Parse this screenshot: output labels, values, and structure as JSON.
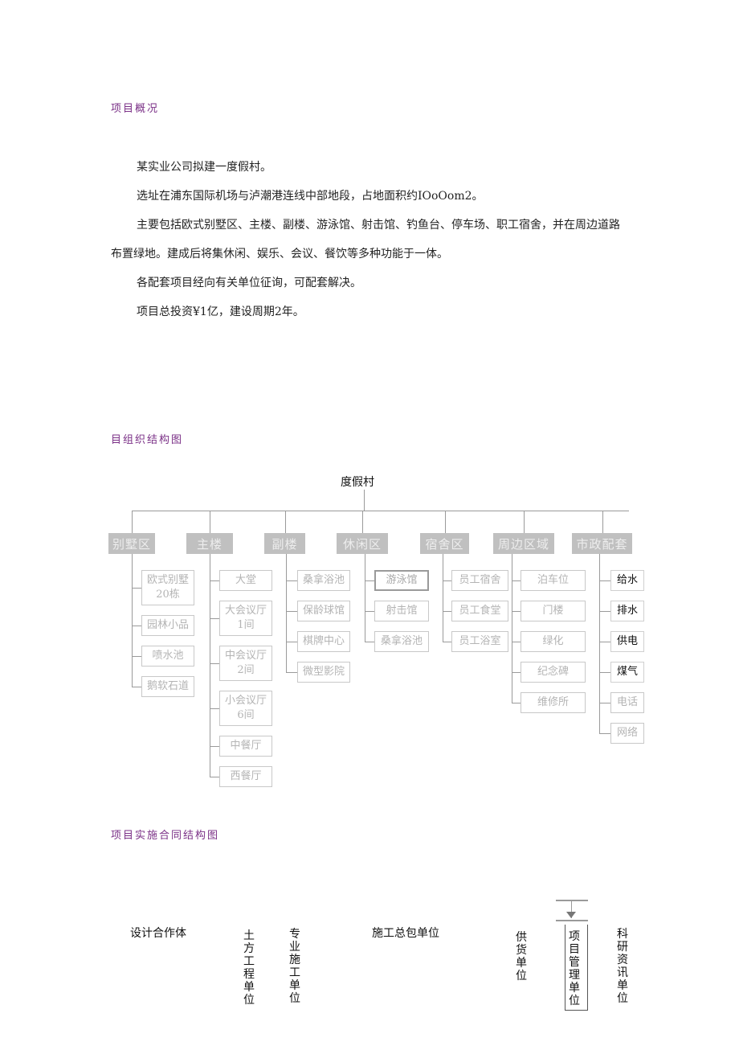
{
  "sections": {
    "overview_title": "项目概况",
    "org_title": "目组织结构图",
    "contract_title": "项目实施合同结构图"
  },
  "overview": {
    "p1": "某实业公司拟建一度假村。",
    "p2": "选址在浦东国际机场与泸潮港连线中部地段，占地面积约IOoOom2。",
    "p3": "主要包括欧式别墅区、主楼、副楼、游泳馆、射击馆、钓鱼台、停车场、职工宿舍，并在周边道路布置绿地。建成后将集休闲、娱乐、会议、餐饮等多种功能于一体。",
    "p4": "各配套项目经向有关单位征询，可配套解决。",
    "p5": "项目总投资¥1亿，建设周期2年。"
  },
  "org": {
    "root": "度假村",
    "categories": [
      {
        "label": "别墅区",
        "items": [
          "欧式别墅\n20栋",
          "园林小品",
          "喷水池",
          "鹅软石道"
        ]
      },
      {
        "label": "主楼",
        "items": [
          "大堂",
          "大会议厅\n1间",
          "中会议厅\n2间",
          "小会议厅\n6间",
          "中餐厅",
          "西餐厅"
        ]
      },
      {
        "label": "副楼",
        "items": [
          "桑拿浴池",
          "保龄球馆",
          "棋牌中心",
          "微型影院"
        ]
      },
      {
        "label": "休闲区",
        "items": [
          "游泳馆",
          "射击馆",
          "桑拿浴池"
        ]
      },
      {
        "label": "宿舍区",
        "items": [
          "员工宿舍",
          "员工食堂",
          "员工浴室"
        ]
      },
      {
        "label": "周边区域",
        "items": [
          "泊车位",
          "门楼",
          "绿化",
          "纪念碑",
          "维修所"
        ]
      },
      {
        "label": "市政配套",
        "items": [
          "给水",
          "排水",
          "供电",
          "煤气",
          "电话",
          "网络"
        ]
      }
    ]
  },
  "contract": {
    "design": "设计合作体",
    "earthwork": "土方工程单位",
    "special": "专业施工单位",
    "general": "施工总包单位",
    "supply": "供货单位",
    "pm": "项目管理单位",
    "research": "科研资讯单位"
  }
}
